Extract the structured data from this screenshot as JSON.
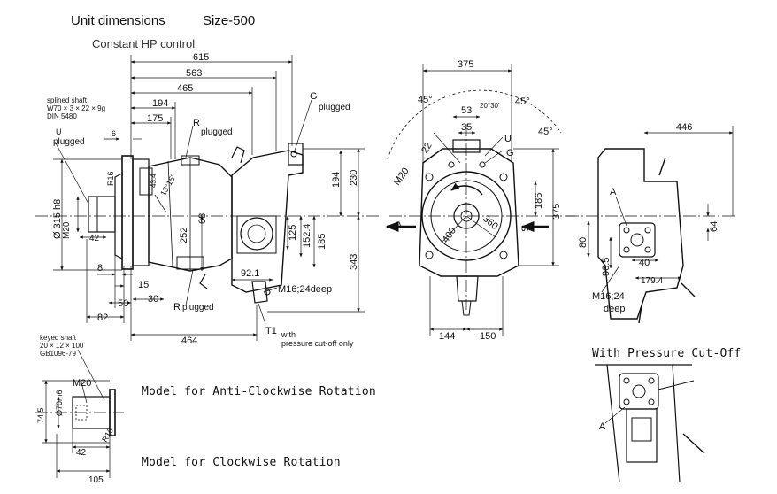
{
  "header": {
    "title": "Unit dimensions",
    "size": "Size-500",
    "subtitle": "Constant HP control"
  },
  "side_view": {
    "dims": [
      "615",
      "563",
      "465",
      "194",
      "175",
      "6",
      "8",
      "15",
      "50",
      "30",
      "82",
      "464",
      "230",
      "194",
      "343",
      "252",
      "68",
      "125",
      "152.4",
      "185",
      "92.1",
      "42",
      "R16",
      "43.4"
    ],
    "labels": {
      "g": "G",
      "g_note": "plugged",
      "r_top": "R",
      "r_top_note": "plugged",
      "r_bottom": "R",
      "r_bottom_note": "plugged",
      "u": "U",
      "u_note": "plugged",
      "thread": "M16;24deep",
      "t1": "T1",
      "t1_note_1": "with",
      "t1_note_2": "pressure cut-off only",
      "angle": "13°15'",
      "dia": "Ø 315 h8",
      "m20": "M20"
    },
    "splined_shaft": [
      "splined shaft",
      "W70 × 3 × 22 × 9g",
      "DIN 5480"
    ]
  },
  "front_view": {
    "dims": [
      "375",
      "53",
      "35",
      "22",
      "20°30'",
      "375",
      "186",
      "144",
      "150",
      "400",
      "360"
    ],
    "angles": [
      "45°",
      "45°",
      "45°"
    ],
    "labels": {
      "m20": "M20",
      "u": "U",
      "g": "G",
      "a": "A",
      "s": "S"
    }
  },
  "right_view": {
    "dims": [
      "446",
      "64",
      "80",
      "96.5",
      "40",
      "179.4"
    ],
    "labels": {
      "a": "A",
      "thread_1": "M16;24",
      "thread_2": "deep"
    }
  },
  "keyed_shaft": {
    "title": [
      "keyed shaft",
      "20 × 12 × 100",
      "GB1096-79"
    ],
    "dims": [
      "M20",
      "Ø70m6",
      "74.5",
      "R16",
      "42",
      "105"
    ]
  },
  "captions": {
    "anti_clockwise": "Model for Anti-Clockwise Rotation",
    "clockwise": "Model for Clockwise Rotation",
    "pressure_cutoff": "With Pressure Cut-Off"
  },
  "pressure_cutoff_view": {
    "a": "A"
  }
}
